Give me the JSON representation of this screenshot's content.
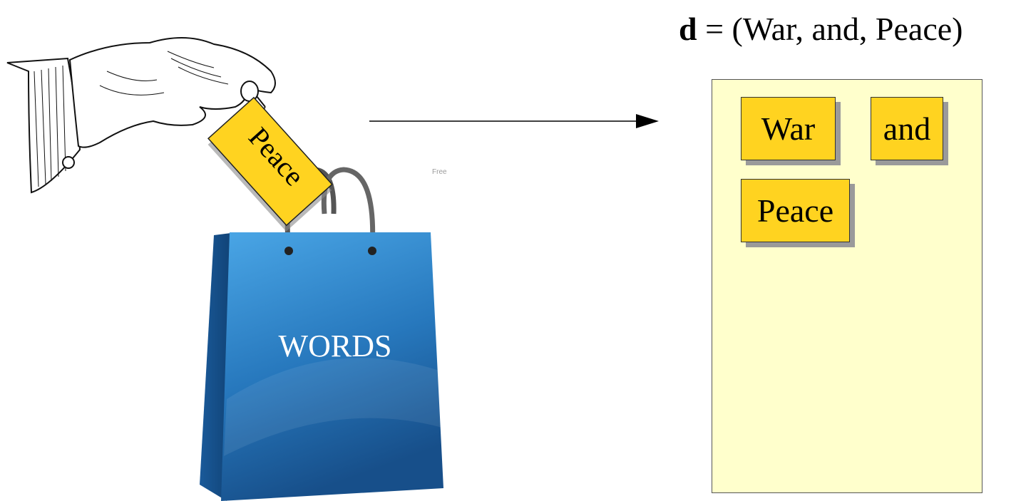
{
  "formula": {
    "symbol": "d",
    "expression": " = (War, and, Peace)"
  },
  "illustration": {
    "tag_word": "Peace",
    "bag_label": "WORDS",
    "watermark": "Free"
  },
  "document_panel": {
    "cards": [
      {
        "word": "War"
      },
      {
        "word": "and"
      },
      {
        "word": "Peace"
      }
    ]
  },
  "colors": {
    "panel_fill": "#ffffcc",
    "card_fill": "#ffd320",
    "bag_blue": "#2a7fc4",
    "arrow": "#000000"
  }
}
